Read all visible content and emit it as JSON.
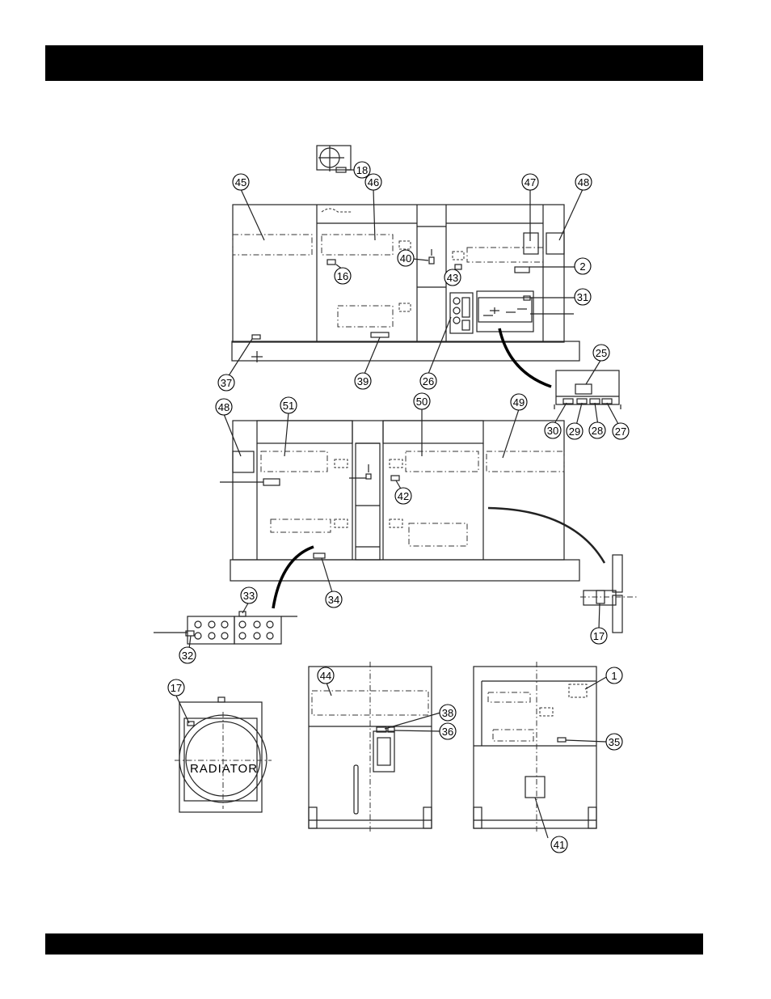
{
  "callouts": [
    {
      "label": "18"
    },
    {
      "label": "45"
    },
    {
      "label": "46"
    },
    {
      "label": "47"
    },
    {
      "label": "48"
    },
    {
      "label": "40"
    },
    {
      "label": "2"
    },
    {
      "label": "16"
    },
    {
      "label": "43"
    },
    {
      "label": "31"
    },
    {
      "label": "37"
    },
    {
      "label": "39"
    },
    {
      "label": "26"
    },
    {
      "label": "25"
    },
    {
      "label": "30"
    },
    {
      "label": "29"
    },
    {
      "label": "28"
    },
    {
      "label": "27"
    },
    {
      "label": "48"
    },
    {
      "label": "51"
    },
    {
      "label": "50"
    },
    {
      "label": "49"
    },
    {
      "label": "42"
    },
    {
      "label": "33"
    },
    {
      "label": "34"
    },
    {
      "label": "32"
    },
    {
      "label": "17"
    },
    {
      "label": "17"
    },
    {
      "label": "44"
    },
    {
      "label": "1"
    },
    {
      "label": "38"
    },
    {
      "label": "36"
    },
    {
      "label": "35"
    },
    {
      "label": "41"
    }
  ],
  "radiator_label": "RADIATOR"
}
